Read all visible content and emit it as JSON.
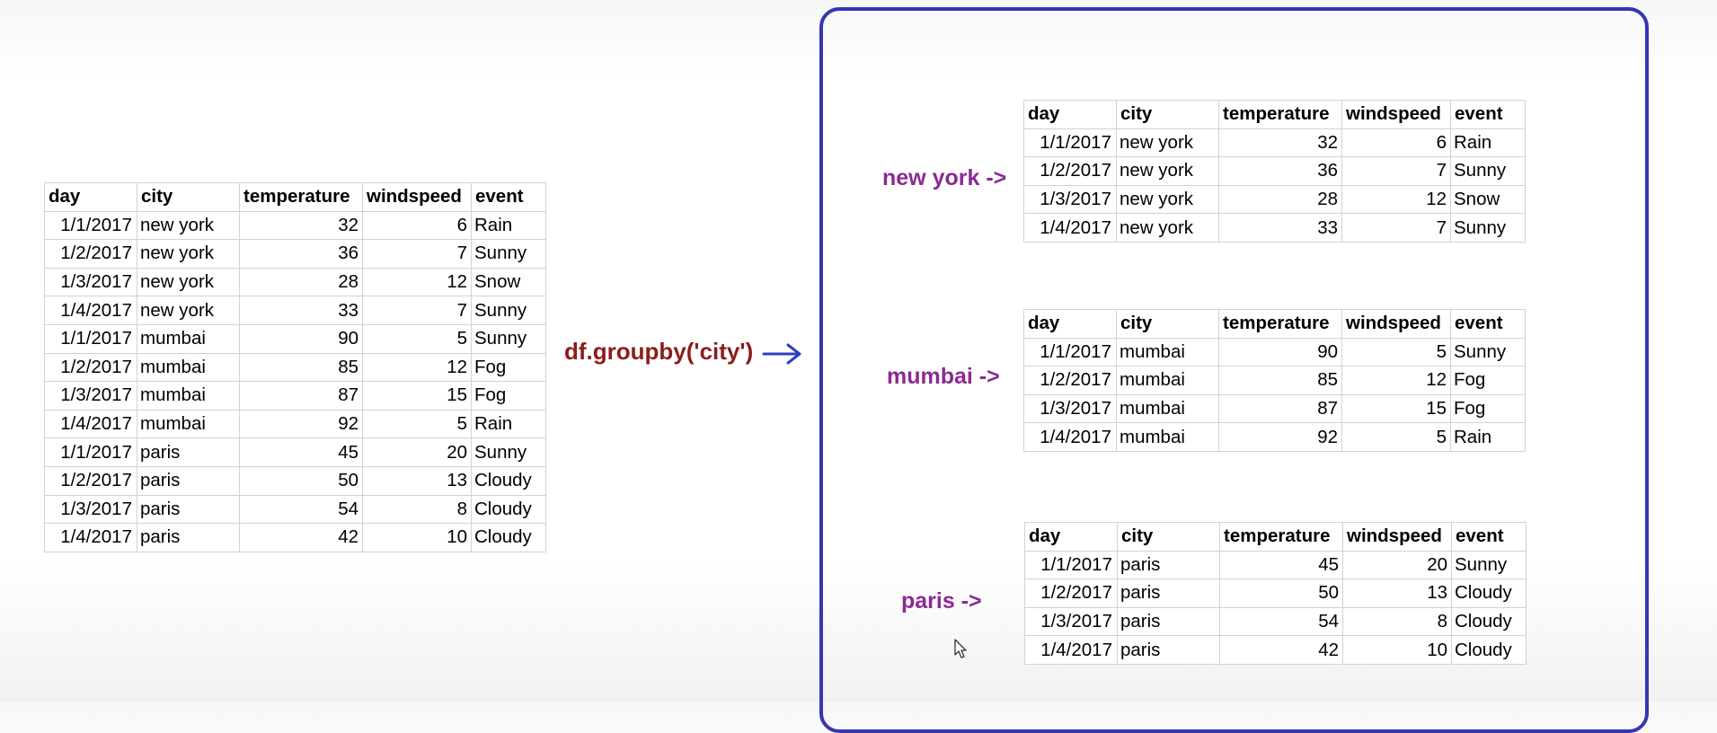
{
  "columns": [
    "day",
    "city",
    "temperature",
    "windspeed",
    "event"
  ],
  "main_table": {
    "rows": [
      [
        "1/1/2017",
        "new york",
        "32",
        "6",
        "Rain"
      ],
      [
        "1/2/2017",
        "new york",
        "36",
        "7",
        "Sunny"
      ],
      [
        "1/3/2017",
        "new york",
        "28",
        "12",
        "Snow"
      ],
      [
        "1/4/2017",
        "new york",
        "33",
        "7",
        "Sunny"
      ],
      [
        "1/1/2017",
        "mumbai",
        "90",
        "5",
        "Sunny"
      ],
      [
        "1/2/2017",
        "mumbai",
        "85",
        "12",
        "Fog"
      ],
      [
        "1/3/2017",
        "mumbai",
        "87",
        "15",
        "Fog"
      ],
      [
        "1/4/2017",
        "mumbai",
        "92",
        "5",
        "Rain"
      ],
      [
        "1/1/2017",
        "paris",
        "45",
        "20",
        "Sunny"
      ],
      [
        "1/2/2017",
        "paris",
        "50",
        "13",
        "Cloudy"
      ],
      [
        "1/3/2017",
        "paris",
        "54",
        "8",
        "Cloudy"
      ],
      [
        "1/4/2017",
        "paris",
        "42",
        "10",
        "Cloudy"
      ]
    ]
  },
  "code_label": "df.groupby('city')",
  "groups": [
    {
      "label": "new york ->",
      "rows": [
        [
          "1/1/2017",
          "new york",
          "32",
          "6",
          "Rain"
        ],
        [
          "1/2/2017",
          "new york",
          "36",
          "7",
          "Sunny"
        ],
        [
          "1/3/2017",
          "new york",
          "28",
          "12",
          "Snow"
        ],
        [
          "1/4/2017",
          "new york",
          "33",
          "7",
          "Sunny"
        ]
      ]
    },
    {
      "label": "mumbai ->",
      "rows": [
        [
          "1/1/2017",
          "mumbai",
          "90",
          "5",
          "Sunny"
        ],
        [
          "1/2/2017",
          "mumbai",
          "85",
          "12",
          "Fog"
        ],
        [
          "1/3/2017",
          "mumbai",
          "87",
          "15",
          "Fog"
        ],
        [
          "1/4/2017",
          "mumbai",
          "92",
          "5",
          "Rain"
        ]
      ]
    },
    {
      "label": "paris ->",
      "rows": [
        [
          "1/1/2017",
          "paris",
          "45",
          "20",
          "Sunny"
        ],
        [
          "1/2/2017",
          "paris",
          "50",
          "13",
          "Cloudy"
        ],
        [
          "1/3/2017",
          "paris",
          "54",
          "8",
          "Cloudy"
        ],
        [
          "1/4/2017",
          "paris",
          "42",
          "10",
          "Cloudy"
        ]
      ]
    }
  ],
  "colors": {
    "code_label": "#8b1d1d",
    "group_label": "#8a2a93",
    "group_box_border": "#3535b5",
    "arrow": "#2b3fbf",
    "grid_line": "#d2d2d2"
  },
  "icons": {
    "arrow": "right-arrow-icon",
    "cursor": "mouse-pointer-icon"
  }
}
